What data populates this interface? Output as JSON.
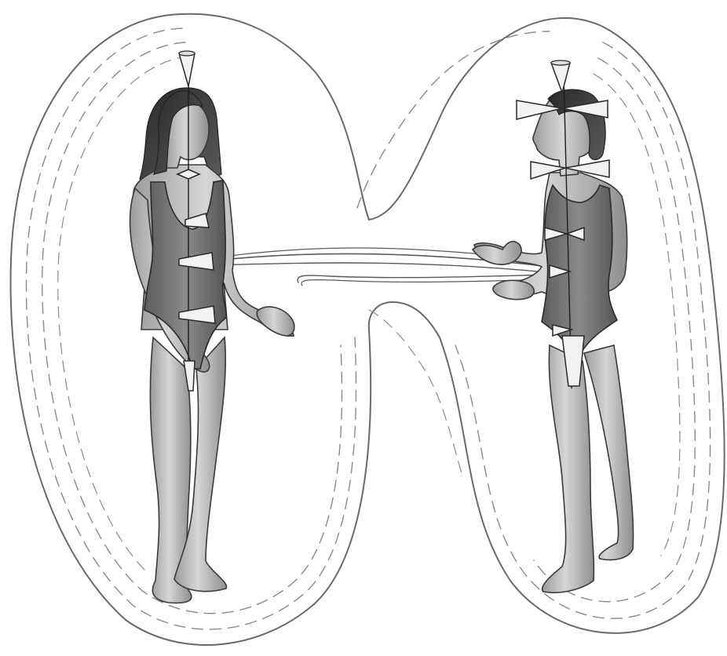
{
  "figures": [
    {
      "name": "figure-left",
      "hair": "long"
    },
    {
      "name": "figure-right",
      "hair": "short"
    }
  ],
  "colors": {
    "background": "#ffffff",
    "aura_stroke": "#6a6a6a",
    "skin": "#c9c9c9",
    "swimsuit": "#7a7a7a",
    "hair": "#3a3a3a",
    "cord": "#5a5a5a"
  },
  "icons": [
    "chakra-cone-icon",
    "energy-cord-icon",
    "aura-field-icon"
  ]
}
